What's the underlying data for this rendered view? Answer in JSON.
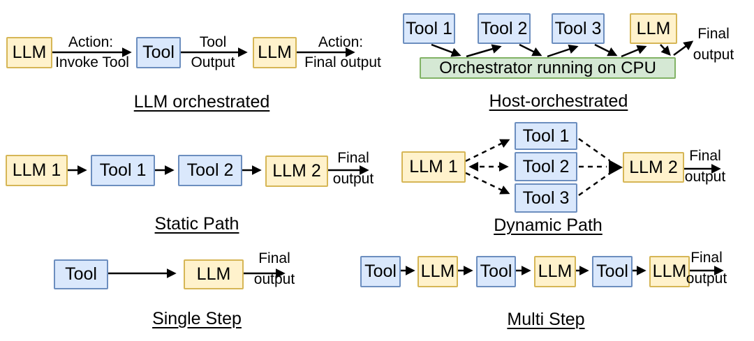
{
  "colors": {
    "llm_fill": "#fff2cc",
    "llm_stroke": "#d6b656",
    "tool_fill": "#dae8fc",
    "tool_stroke": "#6c8ebf",
    "orchestrator_fill": "#d5e8d4",
    "orchestrator_stroke": "#82b366",
    "edge": "#000000",
    "text": "#000000",
    "background": "#ffffff"
  },
  "panels": {
    "llm_orchestrated": {
      "caption": "LLM orchestrated",
      "nodes": {
        "llm_in": "LLM",
        "tool": "Tool",
        "llm_out": "LLM"
      },
      "edge_labels": {
        "invoke_top": "Action:",
        "invoke_bottom": "Invoke Tool",
        "tool_output_top": "Tool",
        "tool_output_bottom": "Output",
        "final_top": "Action:",
        "final_bottom": "Final output"
      }
    },
    "host_orchestrated": {
      "caption": "Host-orchestrated",
      "nodes": {
        "tool1": "Tool 1",
        "tool2": "Tool 2",
        "tool3": "Tool 3",
        "llm": "LLM",
        "orchestrator": "Orchestrator running on CPU"
      },
      "edge_labels": {
        "final_line1": "Final",
        "final_line2": "output"
      }
    },
    "static_path": {
      "caption": "Static Path",
      "nodes": {
        "llm1": "LLM 1",
        "tool1": "Tool 1",
        "tool2": "Tool 2",
        "llm2": "LLM 2"
      },
      "edge_labels": {
        "final_line1": "Final",
        "final_line2": "output"
      }
    },
    "dynamic_path": {
      "caption": "Dynamic Path",
      "nodes": {
        "llm1": "LLM 1",
        "tool1": "Tool 1",
        "tool2": "Tool 2",
        "tool3": "Tool 3",
        "llm2": "LLM 2"
      },
      "edge_labels": {
        "final_line1": "Final",
        "final_line2": "output"
      }
    },
    "single_step": {
      "caption": "Single Step",
      "nodes": {
        "tool": "Tool",
        "llm": "LLM"
      },
      "edge_labels": {
        "final_line1": "Final",
        "final_line2": "output"
      }
    },
    "multi_step": {
      "caption": "Multi Step",
      "nodes": {
        "tool1": "Tool",
        "llm1": "LLM",
        "tool2": "Tool",
        "llm2": "LLM",
        "tool3": "Tool",
        "llm3": "LLM"
      },
      "edge_labels": {
        "final_line1": "Final",
        "final_line2": "output"
      }
    }
  }
}
